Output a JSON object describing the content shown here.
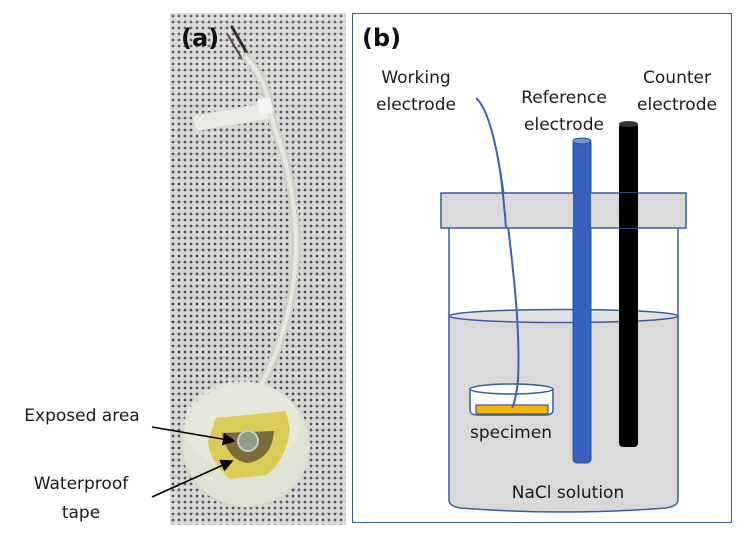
{
  "figure": {
    "panel_a": {
      "tag": "(a)",
      "callouts": [
        {
          "id": "exposed-area",
          "lines": [
            "Exposed area"
          ]
        },
        {
          "id": "waterproof-tape",
          "lines": [
            "Waterproof",
            "tape"
          ]
        }
      ]
    },
    "panel_b": {
      "tag": "(b)",
      "labels": {
        "working_electrode": [
          "Working",
          "electrode"
        ],
        "reference_electrode": [
          "Reference",
          "electrode"
        ],
        "counter_electrode": [
          "Counter",
          "electrode"
        ],
        "specimen": "specimen",
        "solution": "NaCl solution"
      },
      "colors": {
        "frame": "#3b5ba6",
        "reference_electrode": "#3661be",
        "counter_electrode": "#000000",
        "lid_fill": "#d9d9d9",
        "solution_fill": "#d9d9d9",
        "specimen_fill": "#f5b400",
        "wire": "#3661be"
      }
    }
  }
}
